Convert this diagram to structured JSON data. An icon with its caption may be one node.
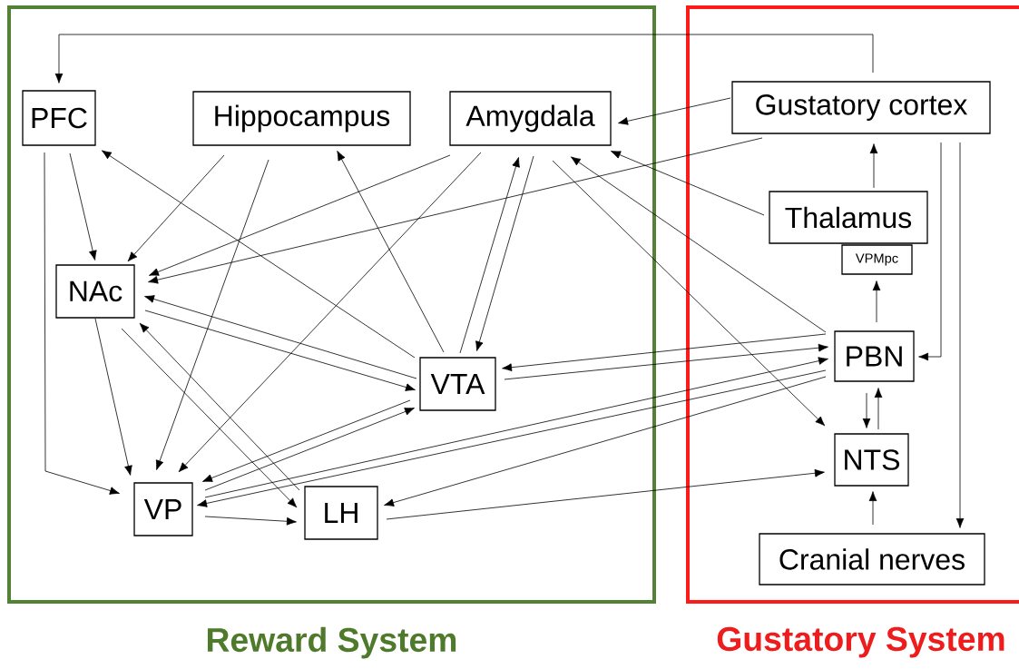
{
  "diagram": {
    "nodes": [
      {
        "text": [
          "Reward System"
        ]
      },
      {
        "text": [
          "Gustatory System"
        ]
      },
      {
        "text": [
          "PFC"
        ],
        "in": 0
      },
      {
        "text": [
          "Hippocampus"
        ],
        "in": 0
      },
      {
        "text": [
          "Amygdala"
        ],
        "in": 0
      },
      {
        "text": [
          "NAc"
        ],
        "in": 0
      },
      {
        "text": [
          "VTA"
        ],
        "in": 0
      },
      {
        "text": [
          "VP"
        ],
        "in": 0
      },
      {
        "text": [
          "LH"
        ],
        "in": 0
      },
      {
        "text": [
          "Gustatory cortex"
        ],
        "in": 1
      },
      {
        "text": [
          "Thalamus"
        ],
        "in": 1
      },
      {
        "text": [
          "VPMpc"
        ],
        "in": 1
      },
      {
        "text": [
          "PBN"
        ],
        "in": 1
      },
      {
        "text": [
          "NTS"
        ],
        "in": 1
      },
      {
        "text": [
          "Cranial nerves"
        ],
        "in": 1
      }
    ],
    "edges": [
      {
        "from": 9,
        "to": 2,
        "arrow": "to"
      },
      {
        "from": 9,
        "to": 4,
        "arrow": "to"
      },
      {
        "from": 9,
        "to": 5,
        "arrow": "to"
      },
      {
        "from": 10,
        "to": 4,
        "arrow": "to"
      },
      {
        "from": 10,
        "to": 9,
        "arrow": "to"
      },
      {
        "from": 12,
        "to": 11,
        "arrow": "to"
      },
      {
        "from": 9,
        "to": 12,
        "arrow": "to"
      },
      {
        "from": 9,
        "to": 14,
        "arrow": "to"
      },
      {
        "from": 14,
        "to": 13,
        "arrow": "to"
      },
      {
        "from": 12,
        "to": 13,
        "arrow": "to"
      },
      {
        "from": 13,
        "to": 12,
        "arrow": "to"
      },
      {
        "from": 12,
        "to": 4,
        "arrow": "to"
      },
      {
        "from": 4,
        "to": 13,
        "arrow": "to"
      },
      {
        "from": 4,
        "to": 5,
        "arrow": "to"
      },
      {
        "from": 4,
        "to": 7,
        "arrow": "to"
      },
      {
        "from": 4,
        "to": 6,
        "arrow": "to"
      },
      {
        "from": 6,
        "to": 4,
        "arrow": "to"
      },
      {
        "from": 3,
        "to": 5,
        "arrow": "to"
      },
      {
        "from": 3,
        "to": 7,
        "arrow": "to"
      },
      {
        "from": 6,
        "to": 3,
        "arrow": "to"
      },
      {
        "from": 6,
        "to": 2,
        "arrow": "to"
      },
      {
        "from": 2,
        "to": 5,
        "arrow": "to"
      },
      {
        "from": 2,
        "to": 7,
        "arrow": "to"
      },
      {
        "from": 6,
        "to": 5,
        "arrow": "to"
      },
      {
        "from": 5,
        "to": 6,
        "arrow": "to"
      },
      {
        "from": 5,
        "to": 7,
        "arrow": "to"
      },
      {
        "from": 5,
        "to": 8,
        "arrow": "to"
      },
      {
        "from": 8,
        "to": 5,
        "arrow": "to"
      },
      {
        "from": 6,
        "to": 7,
        "arrow": "to"
      },
      {
        "from": 7,
        "to": 6,
        "arrow": "to"
      },
      {
        "from": 7,
        "to": 8,
        "arrow": "to"
      },
      {
        "from": 12,
        "to": 6,
        "arrow": "to"
      },
      {
        "from": 6,
        "to": 12,
        "arrow": "to"
      },
      {
        "from": 7,
        "to": 12,
        "arrow": "to"
      },
      {
        "from": 12,
        "to": 7,
        "arrow": "to"
      },
      {
        "from": 12,
        "to": 8,
        "arrow": "to"
      },
      {
        "from": 8,
        "to": 13,
        "arrow": "to"
      }
    ]
  }
}
